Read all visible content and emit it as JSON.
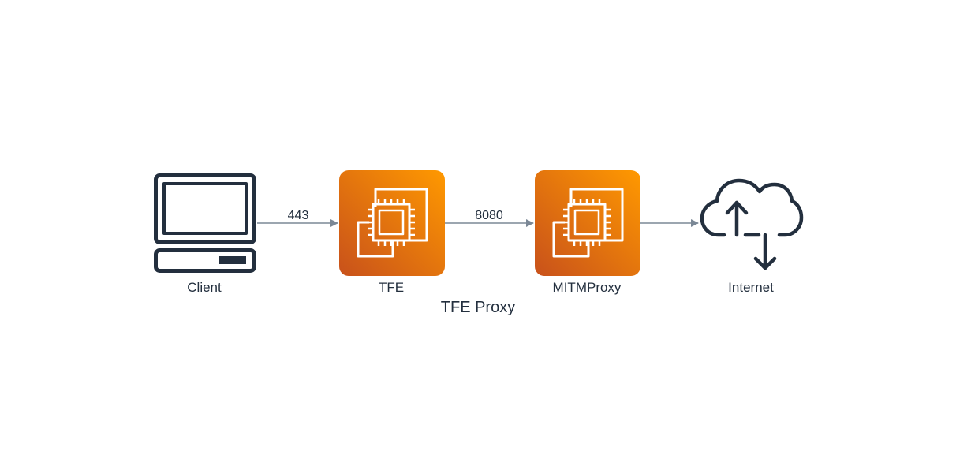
{
  "diagram": {
    "title": "TFE Proxy",
    "nodes": [
      {
        "id": "client",
        "label": "Client",
        "icon": "desktop-computer-icon"
      },
      {
        "id": "tfe",
        "label": "TFE",
        "icon": "ec2-instance-icon"
      },
      {
        "id": "mitmproxy",
        "label": "MITMProxy",
        "icon": "ec2-instance-icon"
      },
      {
        "id": "internet",
        "label": "Internet",
        "icon": "cloud-upload-download-icon"
      }
    ],
    "edges": [
      {
        "from": "client",
        "to": "tfe",
        "label": "443"
      },
      {
        "from": "tfe",
        "to": "mitmproxy",
        "label": "8080"
      },
      {
        "from": "mitmproxy",
        "to": "internet",
        "label": ""
      }
    ],
    "colors": {
      "icon_dark": "#232f3e",
      "ec2_gradient_start": "#c8511b",
      "ec2_gradient_end": "#ff9900",
      "edge": "#7b8896"
    }
  }
}
